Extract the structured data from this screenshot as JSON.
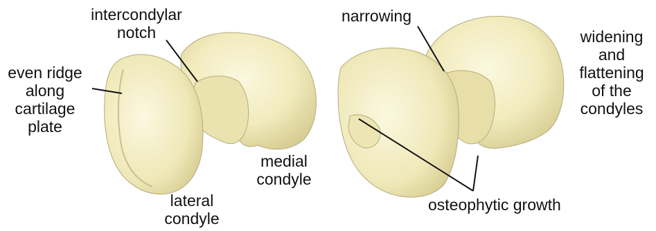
{
  "colors": {
    "bone_fill": "#f4efc4",
    "bone_shadow": "#ddd49b",
    "bone_outline": "#a9a173",
    "leader_line": "#111111",
    "text": "#111111"
  },
  "left_bone": {
    "labels": {
      "intercondylar_notch": [
        "intercondylar",
        "notch"
      ],
      "even_ridge": [
        "even ridge",
        "along",
        "cartilage",
        "plate"
      ],
      "medial_condyle": [
        "medial",
        "condyle"
      ],
      "lateral_condyle": [
        "lateral",
        "condyle"
      ]
    }
  },
  "right_bone": {
    "labels": {
      "narrowing": [
        "narrowing"
      ],
      "widening": [
        "widening",
        "and",
        "flattening",
        "of the",
        "condyles"
      ],
      "osteophytic_growth": [
        "osteophytic growth"
      ]
    }
  }
}
